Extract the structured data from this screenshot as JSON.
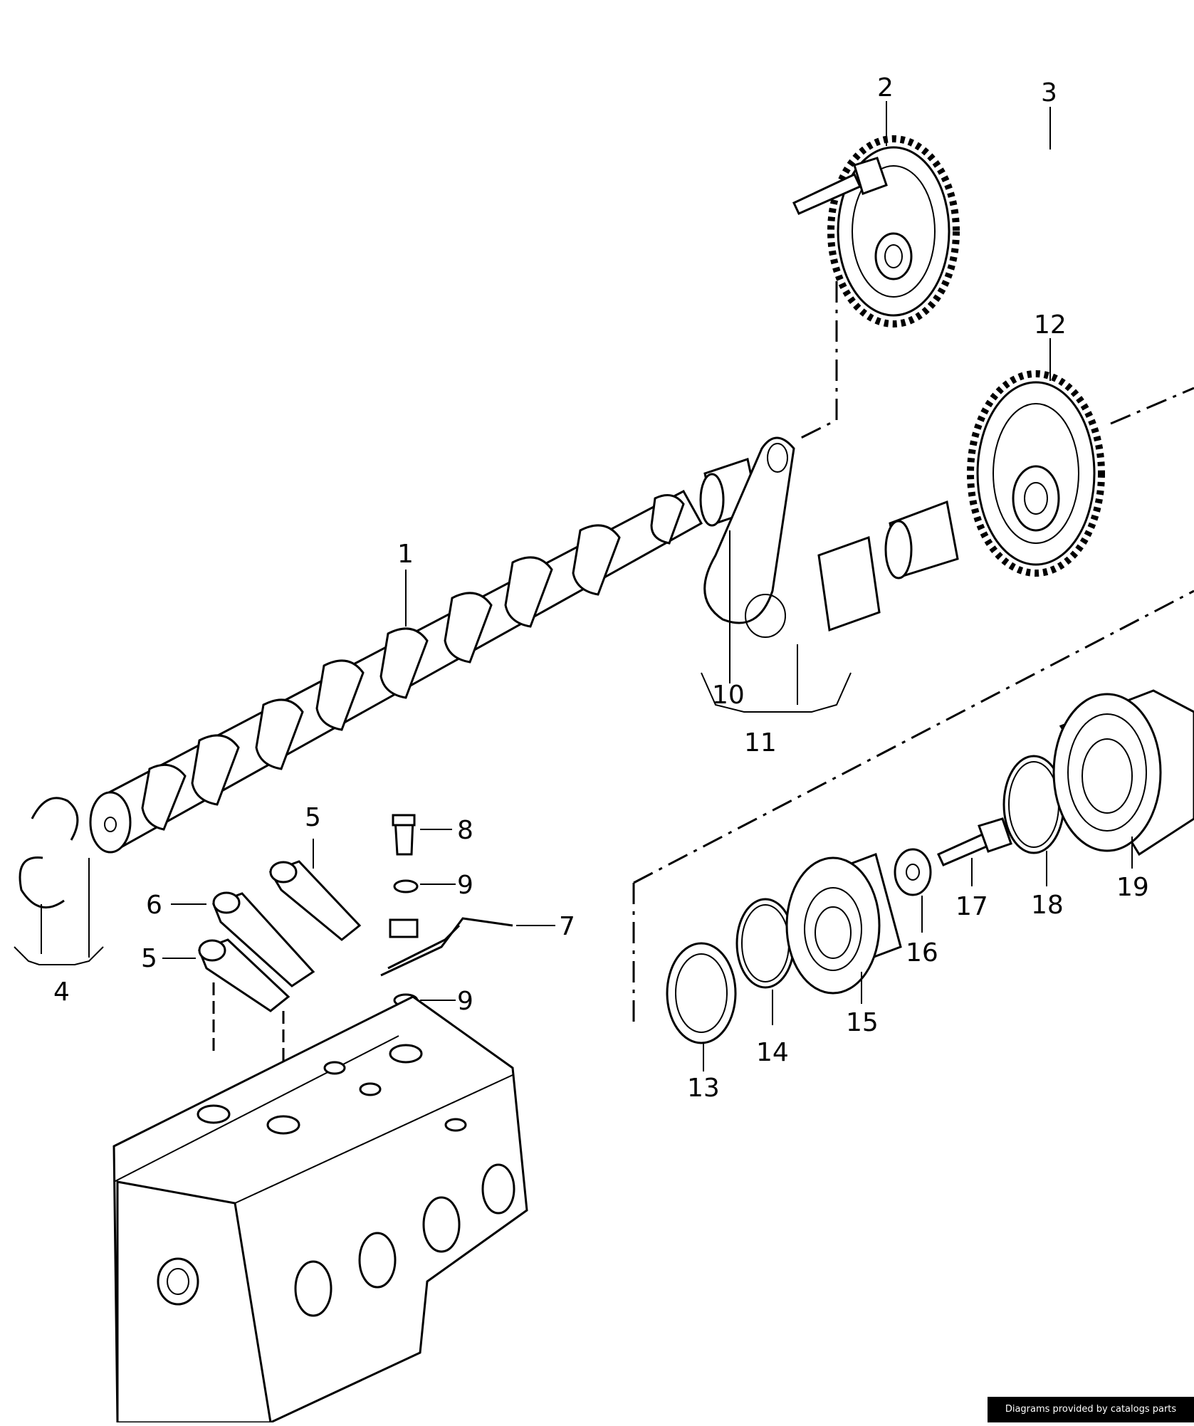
{
  "diagram": {
    "callouts": [
      {
        "id": "c1",
        "text": "1"
      },
      {
        "id": "c2",
        "text": "2"
      },
      {
        "id": "c3",
        "text": "3"
      },
      {
        "id": "c4",
        "text": "4"
      },
      {
        "id": "c5a",
        "text": "5"
      },
      {
        "id": "c5b",
        "text": "5"
      },
      {
        "id": "c6",
        "text": "6"
      },
      {
        "id": "c7",
        "text": "7"
      },
      {
        "id": "c8",
        "text": "8"
      },
      {
        "id": "c9a",
        "text": "9"
      },
      {
        "id": "c9b",
        "text": "9"
      },
      {
        "id": "c10",
        "text": "10"
      },
      {
        "id": "c11",
        "text": "11"
      },
      {
        "id": "c12",
        "text": "12"
      },
      {
        "id": "c13",
        "text": "13"
      },
      {
        "id": "c14",
        "text": "14"
      },
      {
        "id": "c15",
        "text": "15"
      },
      {
        "id": "c16",
        "text": "16"
      },
      {
        "id": "c17",
        "text": "17"
      },
      {
        "id": "c18",
        "text": "18"
      },
      {
        "id": "c19",
        "text": "19"
      }
    ]
  },
  "footer": {
    "credit": "Diagrams provided by catalogs parts"
  }
}
